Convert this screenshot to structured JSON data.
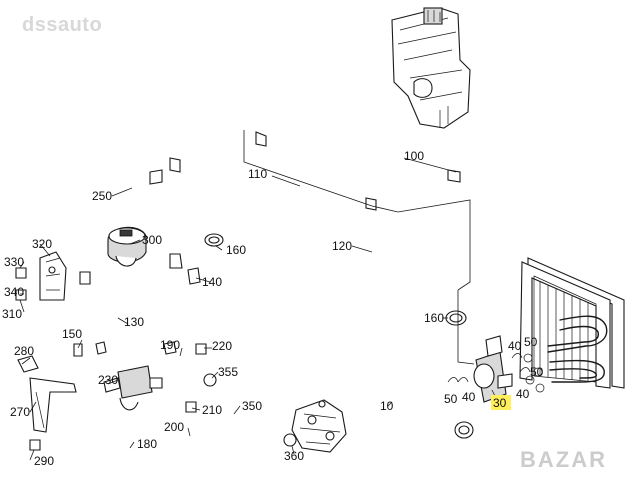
{
  "watermark": {
    "top_left": "dssauto",
    "bottom_right": "BAZAR"
  },
  "accent": {
    "highlight": "#ffef5a",
    "line": "#1a1a1a"
  },
  "callouts": [
    {
      "id": "100",
      "label": "100"
    },
    {
      "id": "110",
      "label": "110"
    },
    {
      "id": "120",
      "label": "120"
    },
    {
      "id": "130",
      "label": "130"
    },
    {
      "id": "140",
      "label": "140"
    },
    {
      "id": "150",
      "label": "150"
    },
    {
      "id": "160a",
      "label": "160"
    },
    {
      "id": "160b",
      "label": "160"
    },
    {
      "id": "180",
      "label": "180"
    },
    {
      "id": "190",
      "label": "190"
    },
    {
      "id": "200",
      "label": "200"
    },
    {
      "id": "210",
      "label": "210"
    },
    {
      "id": "220",
      "label": "220"
    },
    {
      "id": "230",
      "label": "230"
    },
    {
      "id": "250",
      "label": "250"
    },
    {
      "id": "270",
      "label": "270"
    },
    {
      "id": "280",
      "label": "280"
    },
    {
      "id": "290",
      "label": "290"
    },
    {
      "id": "300",
      "label": "300"
    },
    {
      "id": "310",
      "label": "310"
    },
    {
      "id": "320",
      "label": "320"
    },
    {
      "id": "330",
      "label": "330"
    },
    {
      "id": "340",
      "label": "340"
    },
    {
      "id": "350",
      "label": "350"
    },
    {
      "id": "355",
      "label": "355"
    },
    {
      "id": "360",
      "label": "360"
    },
    {
      "id": "10",
      "label": "10"
    },
    {
      "id": "30",
      "label": "30",
      "highlighted": true
    },
    {
      "id": "40a",
      "label": "40"
    },
    {
      "id": "40b",
      "label": "40"
    },
    {
      "id": "40c",
      "label": "40"
    },
    {
      "id": "50a",
      "label": "50"
    },
    {
      "id": "50b",
      "label": "50"
    },
    {
      "id": "50c",
      "label": "50"
    }
  ]
}
